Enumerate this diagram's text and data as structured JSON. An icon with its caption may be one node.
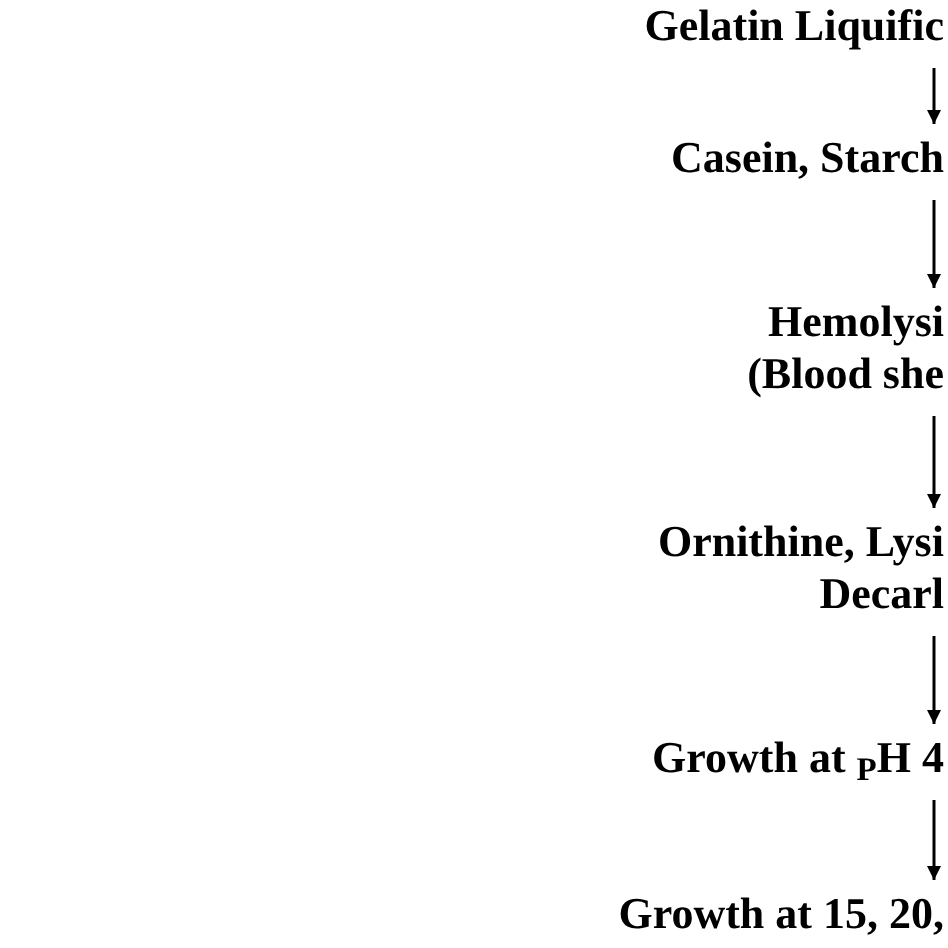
{
  "diagram": {
    "nodes": [
      {
        "text": [
          "Gelatin Liquific"
        ]
      },
      {
        "text": [
          "Casein, Starch"
        ]
      },
      {
        "text": [
          "Hemolysi",
          "(Blood she"
        ]
      },
      {
        "text": [
          "Ornithine, Lysi",
          "Decarl"
        ]
      },
      {
        "text": [
          "Growth at $_{P}$H 4"
        ]
      },
      {
        "text": [
          "Growth at 15, 20,"
        ]
      }
    ],
    "edges": [
      {
        "from": 0,
        "to": 1,
        "arrow": "to"
      },
      {
        "from": 1,
        "to": 2,
        "arrow": "to"
      },
      {
        "from": 2,
        "to": 3,
        "arrow": "to"
      },
      {
        "from": 3,
        "to": 4,
        "arrow": "to"
      },
      {
        "from": 4,
        "to": 5,
        "arrow": "to"
      }
    ]
  }
}
